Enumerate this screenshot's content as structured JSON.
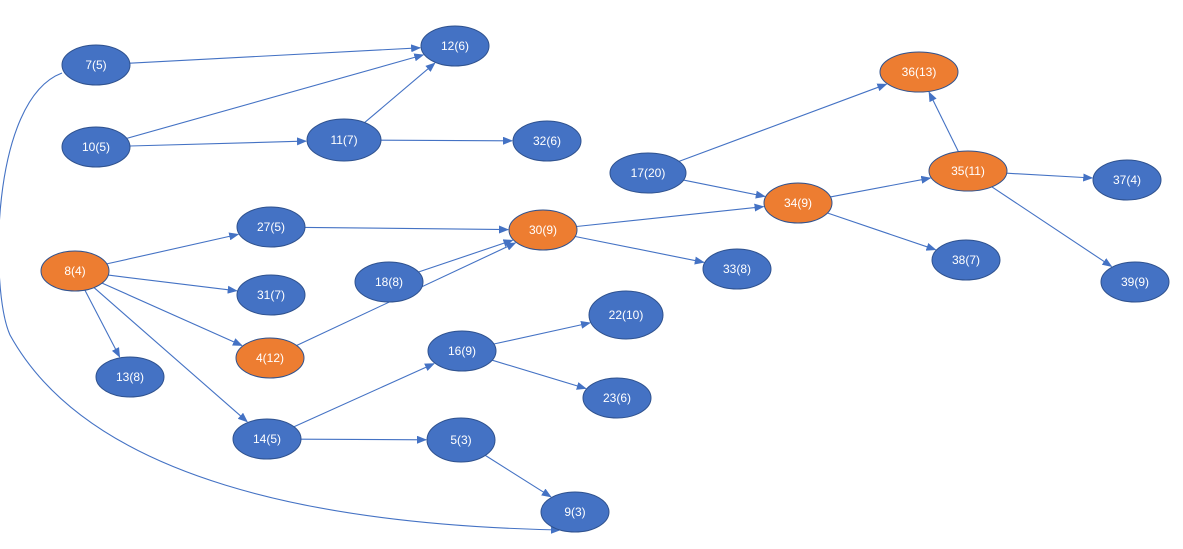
{
  "colors": {
    "node_blue": "#4472c4",
    "node_orange": "#ed7d31",
    "node_stroke": "#2f528f",
    "edge": "#4472c4",
    "label": "#ffffff"
  },
  "nodes": [
    {
      "id": "n7",
      "label": "7(5)",
      "style": "blue"
    },
    {
      "id": "n12",
      "label": "12(6)",
      "style": "blue"
    },
    {
      "id": "n10",
      "label": "10(5)",
      "style": "blue"
    },
    {
      "id": "n11",
      "label": "11(7)",
      "style": "blue"
    },
    {
      "id": "n32",
      "label": "32(6)",
      "style": "blue"
    },
    {
      "id": "n27",
      "label": "27(5)",
      "style": "blue"
    },
    {
      "id": "n8",
      "label": "8(4)",
      "style": "orange"
    },
    {
      "id": "n31",
      "label": "31(7)",
      "style": "blue"
    },
    {
      "id": "n4",
      "label": "4(12)",
      "style": "orange"
    },
    {
      "id": "n13",
      "label": "13(8)",
      "style": "blue"
    },
    {
      "id": "n14",
      "label": "14(5)",
      "style": "blue"
    },
    {
      "id": "n18",
      "label": "18(8)",
      "style": "blue"
    },
    {
      "id": "n30",
      "label": "30(9)",
      "style": "orange"
    },
    {
      "id": "n33",
      "label": "33(8)",
      "style": "blue"
    },
    {
      "id": "n16",
      "label": "16(9)",
      "style": "blue"
    },
    {
      "id": "n22",
      "label": "22(10)",
      "style": "blue"
    },
    {
      "id": "n23",
      "label": "23(6)",
      "style": "blue"
    },
    {
      "id": "n5",
      "label": "5(3)",
      "style": "blue"
    },
    {
      "id": "n9",
      "label": "9(3)",
      "style": "blue"
    },
    {
      "id": "n17",
      "label": "17(20)",
      "style": "blue"
    },
    {
      "id": "n34",
      "label": "34(9)",
      "style": "orange"
    },
    {
      "id": "n36",
      "label": "36(13)",
      "style": "orange"
    },
    {
      "id": "n35",
      "label": "35(11)",
      "style": "orange"
    },
    {
      "id": "n37",
      "label": "37(4)",
      "style": "blue"
    },
    {
      "id": "n38",
      "label": "38(7)",
      "style": "blue"
    },
    {
      "id": "n39",
      "label": "39(9)",
      "style": "blue"
    }
  ],
  "edges": [
    {
      "from": "n7",
      "to": "n12"
    },
    {
      "from": "n10",
      "to": "n12"
    },
    {
      "from": "n10",
      "to": "n11"
    },
    {
      "from": "n11",
      "to": "n12"
    },
    {
      "from": "n11",
      "to": "n32"
    },
    {
      "from": "n8",
      "to": "n27"
    },
    {
      "from": "n8",
      "to": "n31"
    },
    {
      "from": "n8",
      "to": "n4"
    },
    {
      "from": "n8",
      "to": "n13"
    },
    {
      "from": "n8",
      "to": "n14"
    },
    {
      "from": "n27",
      "to": "n30"
    },
    {
      "from": "n18",
      "to": "n30"
    },
    {
      "from": "n4",
      "to": "n30"
    },
    {
      "from": "n30",
      "to": "n33"
    },
    {
      "from": "n30",
      "to": "n34"
    },
    {
      "from": "n14",
      "to": "n16"
    },
    {
      "from": "n14",
      "to": "n5"
    },
    {
      "from": "n16",
      "to": "n22"
    },
    {
      "from": "n16",
      "to": "n23"
    },
    {
      "from": "n5",
      "to": "n9"
    },
    {
      "from": "n7",
      "to": "n9",
      "curved": true
    },
    {
      "from": "n17",
      "to": "n36"
    },
    {
      "from": "n17",
      "to": "n34"
    },
    {
      "from": "n34",
      "to": "n35"
    },
    {
      "from": "n34",
      "to": "n38"
    },
    {
      "from": "n35",
      "to": "n36"
    },
    {
      "from": "n35",
      "to": "n37"
    },
    {
      "from": "n35",
      "to": "n39"
    }
  ]
}
